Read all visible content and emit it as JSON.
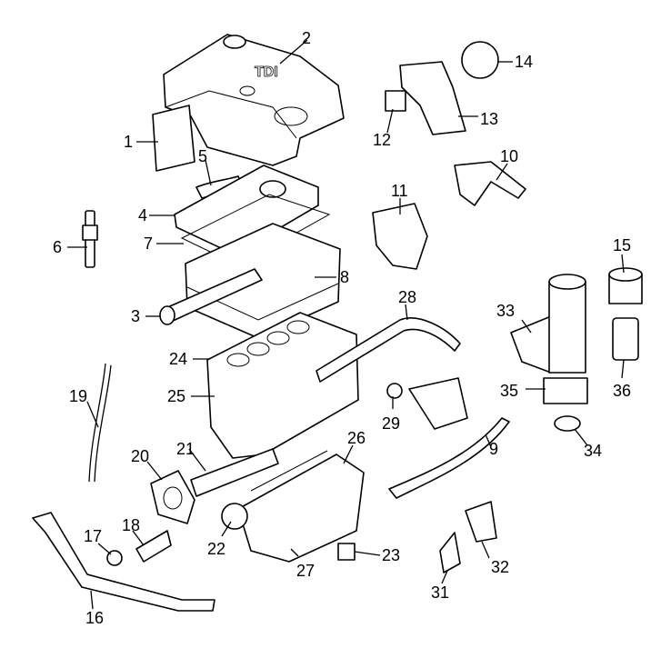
{
  "diagram": {
    "cover_emboss": "TDI",
    "callouts": {
      "c1": "1",
      "c2": "2",
      "c3": "3",
      "c4": "4",
      "c5": "5",
      "c6": "6",
      "c7": "7",
      "c8": "8",
      "c9": "9",
      "c10": "10",
      "c11": "11",
      "c12": "12",
      "c13": "13",
      "c14": "14",
      "c15": "15",
      "c16": "16",
      "c17": "17",
      "c18": "18",
      "c19": "19",
      "c20": "20",
      "c21": "21",
      "c22": "22",
      "c23": "23",
      "c24": "24",
      "c25": "25",
      "c26": "26",
      "c27": "27",
      "c28": "28",
      "c29": "29",
      "c31": "31",
      "c32": "32",
      "c33": "33",
      "c34": "34",
      "c35": "35",
      "c36": "36"
    }
  }
}
